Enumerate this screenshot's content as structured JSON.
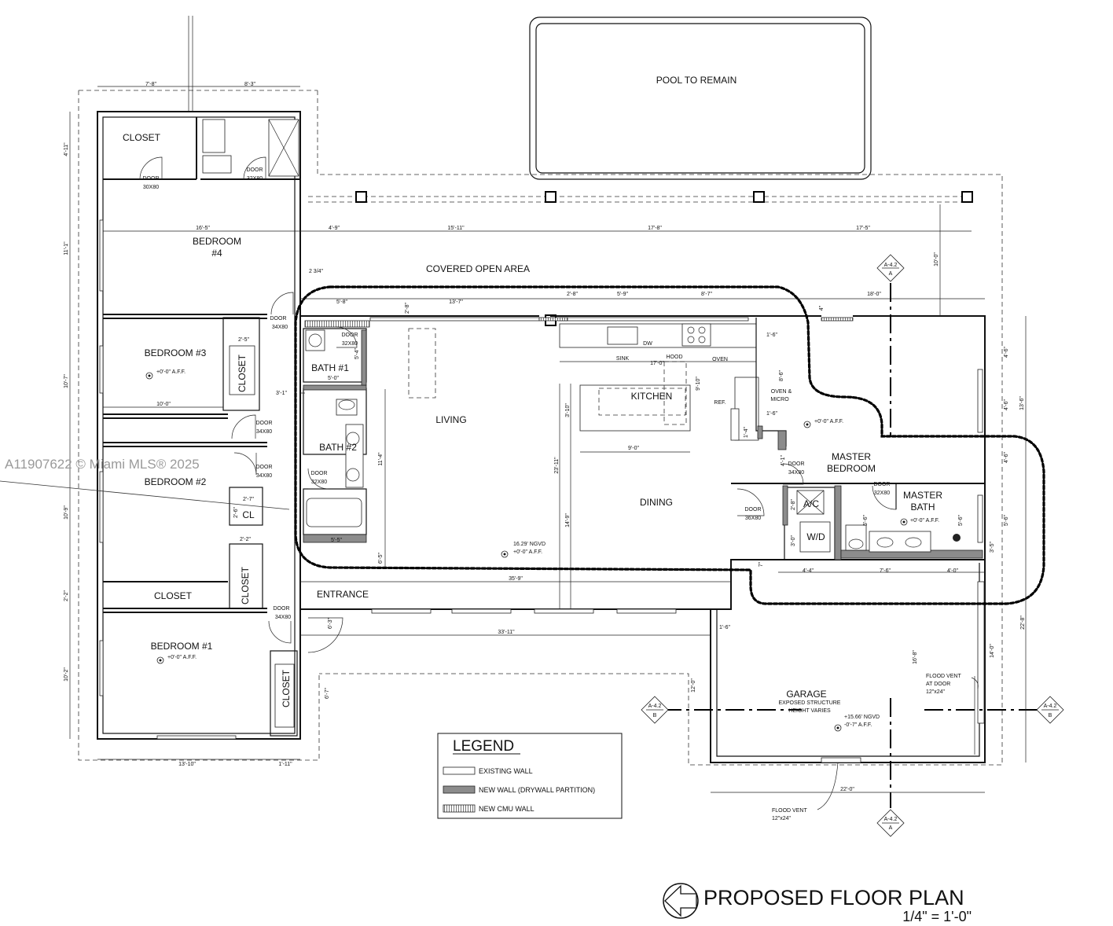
{
  "pool": {
    "label": "POOL TO REMAIN"
  },
  "covered_area": {
    "label": "COVERED OPEN AREA"
  },
  "rooms": {
    "closet_top": "CLOSET",
    "bedroom4": {
      "name": "BEDROOM",
      "number": "#4"
    },
    "bedroom3": "BEDROOM #3",
    "bedroom2": "BEDROOM #2",
    "bedroom1": "BEDROOM #1",
    "closet_b3": "CLOSET",
    "closet_b2_cl": "CL",
    "closet_lower": "CLOSET",
    "closet_mid": "CLOSET",
    "closet_b1": "CLOSET",
    "bath1": "BATH #1",
    "bath2": "BATH #2",
    "living": "LIVING",
    "kitchen": "KITCHEN",
    "dining": "DINING",
    "entrance": "ENTRANCE",
    "master_bedroom": {
      "line1": "MASTER",
      "line2": "BEDROOM"
    },
    "master_bath": {
      "line1": "MASTER",
      "line2": "BATH"
    },
    "ac": "A/C",
    "wd": "W/D",
    "garage": {
      "name": "GARAGE",
      "note1": "EXPOSED STRUCTURE",
      "note2": "HEIGHT VARIES"
    }
  },
  "kitchen_labels": {
    "sink": "SINK",
    "dw": "DW",
    "hood": "HOOD",
    "oven": "OVEN",
    "oven_micro_1": "OVEN &",
    "oven_micro_2": "MICRO",
    "ref": "REF."
  },
  "doors": {
    "d1": {
      "l1": "DOOR",
      "l2": "30X80"
    },
    "d2": {
      "l1": "DOOR",
      "l2": "32X80"
    },
    "d3": {
      "l1": "DOOR",
      "l2": "34X80"
    },
    "d4": {
      "l1": "DOOR",
      "l2": "32X80"
    },
    "d5": {
      "l1": "DOOR",
      "l2": "34X80"
    },
    "d6": {
      "l1": "DOOR",
      "l2": "34X80"
    },
    "d7": {
      "l1": "DOOR",
      "l2": "32X80"
    },
    "d8": {
      "l1": "DOOR",
      "l2": "34X80"
    },
    "d9": {
      "l1": "DOOR",
      "l2": "34X80"
    },
    "d10": {
      "l1": "DOOR",
      "l2": "32X80"
    },
    "d11": {
      "l1": "DOOR",
      "l2": "36X80"
    }
  },
  "elevations": {
    "aff": "+0'-0\" A.F.F.",
    "living_ngvd": "16.29' NGVD",
    "garage_ngvd": "+15.66' NGVD",
    "garage_aff": "-0'-7\" A.F.F."
  },
  "flood_vent": {
    "l1": "FLOOD VENT",
    "l2": "AT DOOR",
    "l3": "12\"x24\"",
    "b1": "FLOOD VENT",
    "b2": "12\"x24\""
  },
  "section_markers": {
    "top": "A-4.2",
    "top_letter": "A",
    "bottom": "A-4.2",
    "bottom_letter": "A",
    "left": "A-4.2",
    "left_letter": "B",
    "right": "A-4.2",
    "right_letter": "B"
  },
  "dimensions": {
    "top_a": "7'-8\"",
    "top_b": "8'-3\"",
    "left_1": "4'-11\"",
    "left_2": "11'-1\"",
    "left_3": "10'-7\"",
    "left_4": "10'-9\"",
    "left_5": "2'-2\"",
    "left_6": "10'-2\"",
    "b4_width": "16'-5\"",
    "b3_width": "10'-0\"",
    "grid_1": "4'-9\"",
    "grid_2": "15'-11\"",
    "grid_3": "17'-8\"",
    "grid_4": "17'-5\"",
    "right_1": "10'-0\"",
    "right_2": "18'-0\"",
    "d_5_8": "5'-8\"",
    "d_13_7": "13'-7\"",
    "d_2_8": "2'-8\"",
    "d_5_9": "5'-9\"",
    "d_8_7": "8'-7\"",
    "d_2_3_4": "2 3/4\"",
    "d_2_8b": "2'-8\"",
    "d_4": "4\"",
    "d_17_0": "17'-0\"",
    "d_9_10": "9'-10\"",
    "d_1_6": "1'-6\"",
    "d_8_6": "8'-6\"",
    "d_1_6b": "1'-6\"",
    "d_1_4": "1'-4\"",
    "d_3_10": "3'-10\"",
    "d_9_0": "9'-0\"",
    "d_23_11": "23'-11\"",
    "d_14_9": "14'-9\"",
    "d_11_4": "11'-4\"",
    "d_5_0": "5'-0\"",
    "d_5_4": "5'-4\"",
    "d_5_5": "5'-5\"",
    "d_6_5": "6'-5\"",
    "d_35_9": "35'-9\"",
    "d_2_5": "2'-5\"",
    "d_3_1": "3'-1\"",
    "d_2_7": "2'-7\"",
    "d_2_6": "2'-6\"",
    "d_2_2": "2'-2\"",
    "d_6_3": "6'-3\"",
    "d_33_11": "33'-11\"",
    "d_6_7": "6'-7\"",
    "d_1_6c": "1'-6\"",
    "d_12_0": "12'-0\"",
    "d_16_8": "16'-8\"",
    "d_14_0": "14'-0\"",
    "d_22_8": "22'-8\"",
    "d_22_0": "22'-0\"",
    "d_13_10": "13'-10\"",
    "d_1_11": "1'-11\"",
    "d_4_1": "4'-1\"",
    "d_2_8c": "2'-8\"",
    "d_3_0": "3'-0\"",
    "d_5_6": "5'-6\"",
    "d_4_4": "4'-4\"",
    "d_7_6": "7'-6\"",
    "d_4_0": "4'-0\"",
    "d_7": "7\"",
    "r_4_6a": "4'-6\"",
    "r_4_6b": "4'-6\"",
    "r_13_6": "13'-6\"",
    "r_4_6c": "4'-6\"",
    "r_5_6": "5'-6\"",
    "r_5_6b": "5'-6\"",
    "r_3_5": "3'-5\""
  },
  "legend": {
    "title": "LEGEND",
    "items": [
      "EXISTING WALL",
      "NEW WALL (DRYWALL PARTITION)",
      "NEW CMU WALL"
    ]
  },
  "title_block": {
    "title": "PROPOSED FLOOR PLAN",
    "scale": "1/4\" = 1'-0\""
  },
  "watermark": "A11907622 © Miami MLS® 2025",
  "colors": {
    "ink": "#111111",
    "new_wall": "#8c8c8c",
    "watermark": "#9a9a9a",
    "paper": "#ffffff"
  }
}
